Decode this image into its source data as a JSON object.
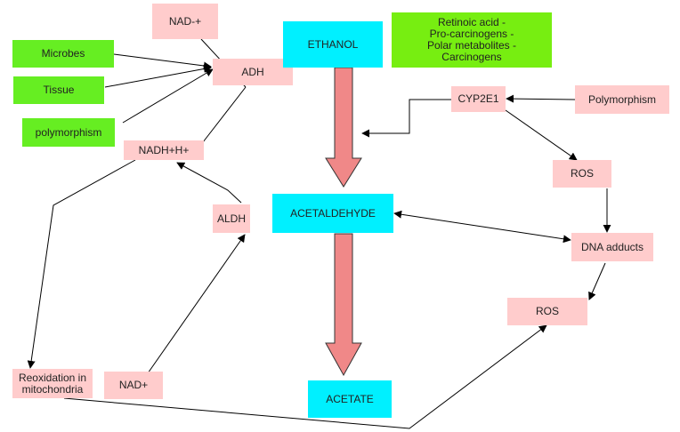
{
  "diagram": {
    "nodes": {
      "nad_plus_top": "NAD-+",
      "adh": "ADH",
      "microbes": "Microbes",
      "tissue": "Tissue",
      "polymorphism_left": "polymorphism",
      "nadh": "NADH+H+",
      "aldh": "ALDH",
      "reoxidation": "Reoxidation in\nmitochondria",
      "nad_plus_bottom": "NAD+",
      "ethanol": "ETHANOL",
      "acetaldehyde": "ACETALDEHYDE",
      "acetate": "ACETATE",
      "retinoic": "Retinoic acid -\nPro-carcinogens -\nPolar metabolites -\nCarcinogens",
      "cyp2e1": "CYP2E1",
      "polymorphism_right": "Polymorphism",
      "ros_top": "ROS",
      "dna_adducts": "DNA adducts",
      "ros_bottom": "ROS"
    },
    "colors": {
      "pink": "#ffcccc",
      "green": "#66ee22",
      "cyan": "#00f0ff",
      "big_arrow": "#f08888"
    }
  }
}
